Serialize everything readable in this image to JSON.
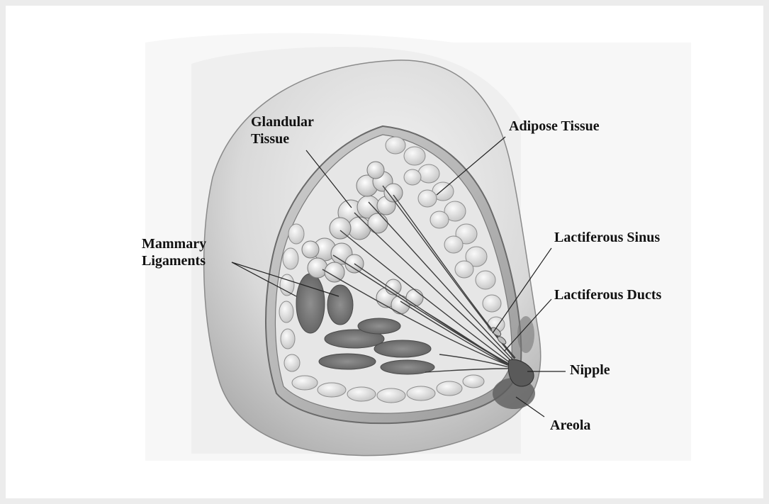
{
  "diagram": {
    "labels": {
      "glandular_tissue": "Glandular\nTissue",
      "adipose_tissue": "Adipose Tissue",
      "mammary_ligaments": "Mammary\nLigaments",
      "lactiferous_sinus": "Lactiferous Sinus",
      "lactiferous_ducts": "Lactiferous Ducts",
      "nipple": "Nipple",
      "areola": "Areola"
    }
  }
}
